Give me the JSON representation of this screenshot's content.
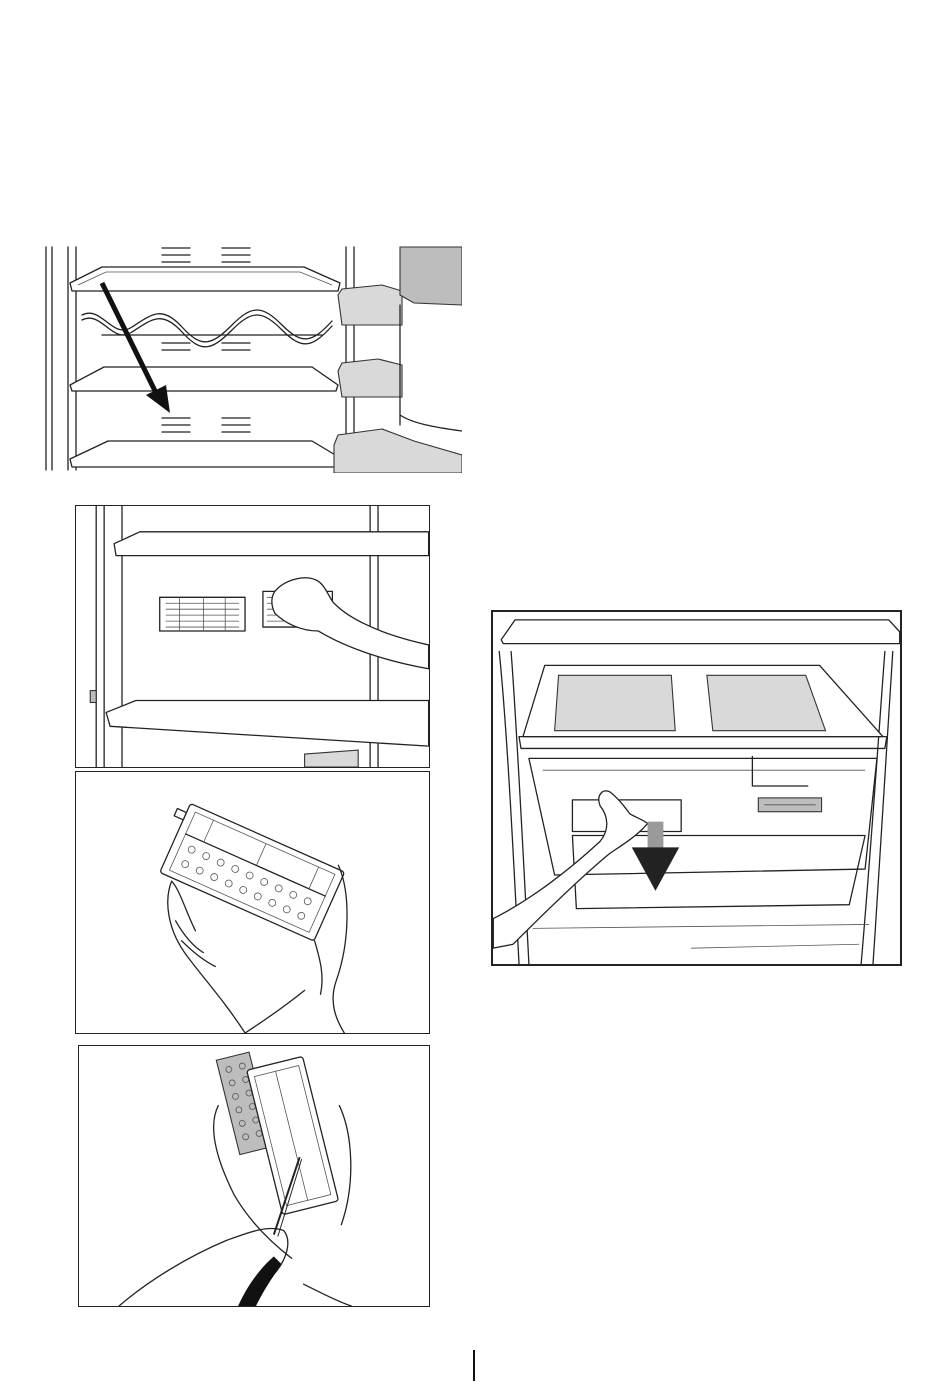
{
  "page": {
    "background": "#ffffff",
    "line_color": "#222222",
    "shade_color": "#bdbdbd"
  },
  "figures": [
    {
      "id": "shelf-removal",
      "icon": "arrow-down-right-icon"
    },
    {
      "id": "vent-cover",
      "icon": "hand-icon"
    },
    {
      "id": "odor-filter-holder",
      "icon": "hand-icon"
    },
    {
      "id": "filter-refill",
      "icon": "tweezers-icon"
    },
    {
      "id": "crisper-drawer-pull",
      "icon": "arrow-down-icon"
    }
  ]
}
